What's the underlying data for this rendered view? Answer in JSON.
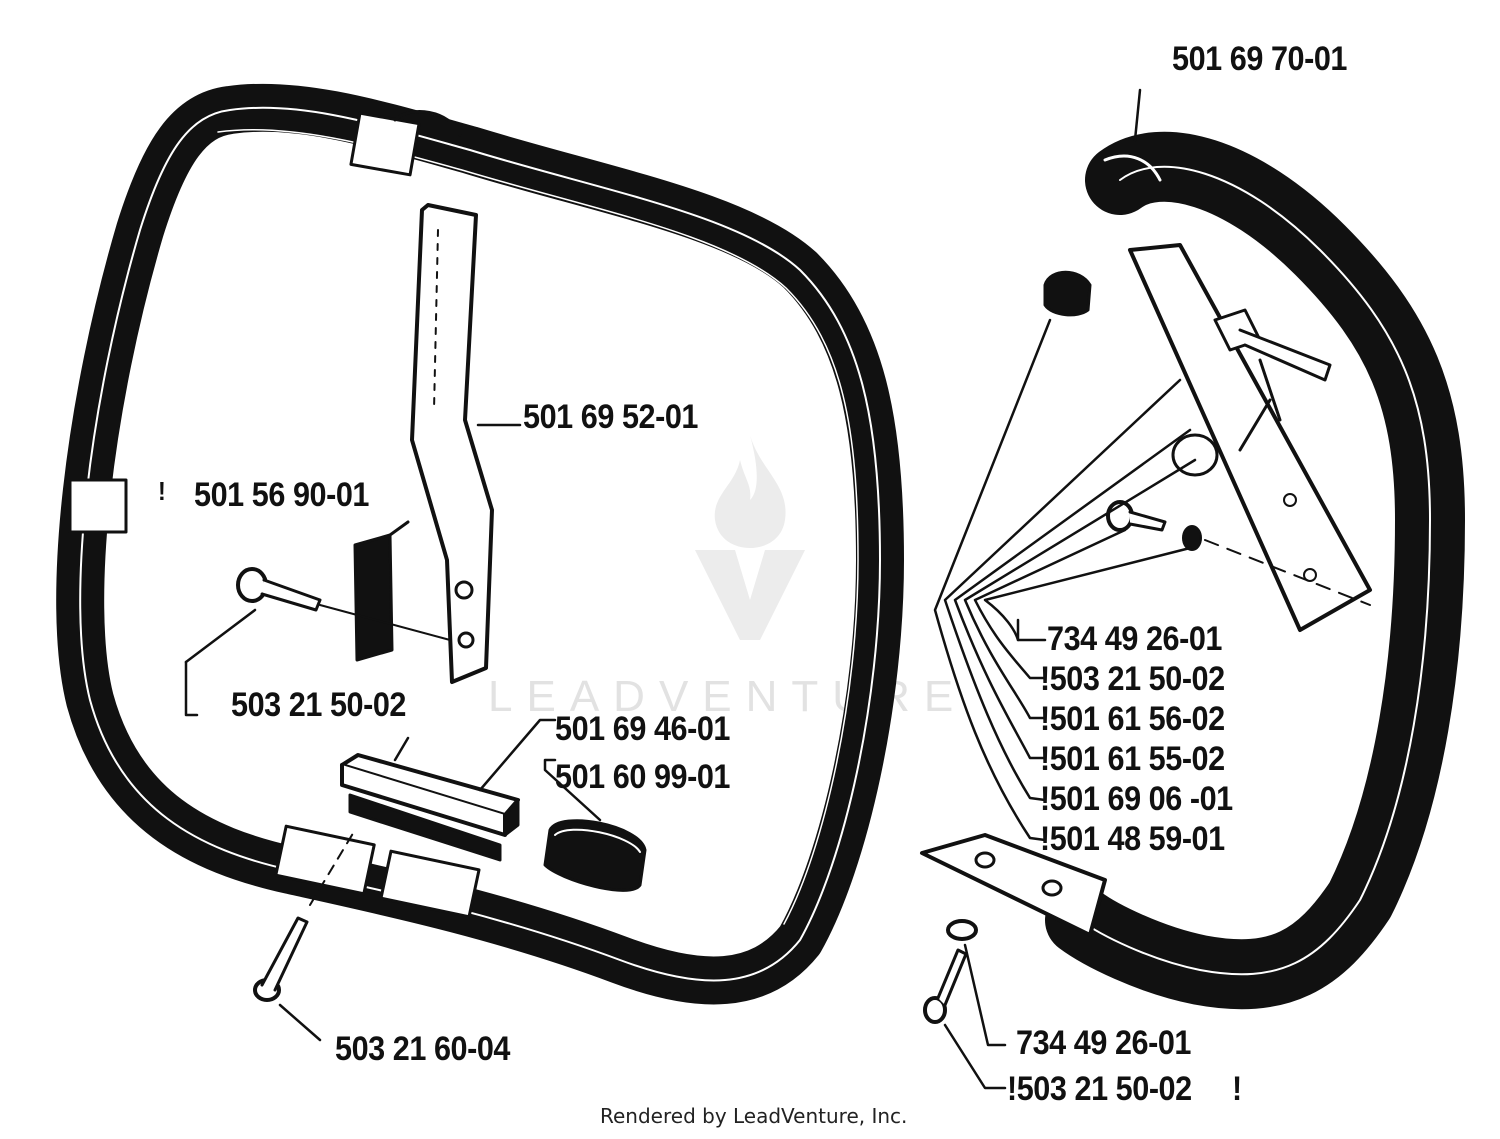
{
  "labels": {
    "l1": "501 69 70-01",
    "l2": "501 69 52-01",
    "l3": "501 56 90-01",
    "l4": "503 21 50-02",
    "l5": "501 69 46-01",
    "l6": "501 60 99-01",
    "l7": "503 21 60-04",
    "l8": "734 49 26-01",
    "l9": "!503 21 50-02",
    "l10": "!501 61 56-02",
    "l11": "!501 61 55-02",
    "l12": "!501 69 06 -01",
    "l13": "!501 48 59-01",
    "l14": "734 49 26-01",
    "l15": "!503 21 50-02"
  },
  "marks": {
    "bang_left": "!",
    "bang_right": "!"
  },
  "watermark": {
    "brand": "LEADVENTURE"
  },
  "footer": "Rendered by LeadVenture, Inc.",
  "colors": {
    "ink": "#111111",
    "background": "#ffffff",
    "watermark": "#e2e2e2"
  }
}
